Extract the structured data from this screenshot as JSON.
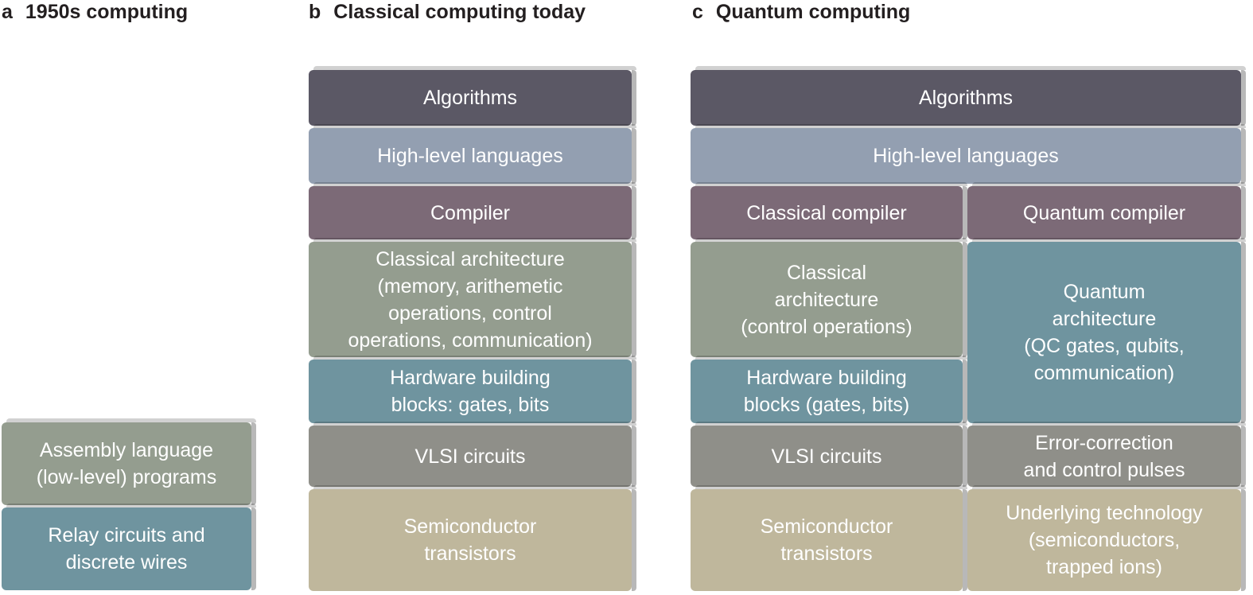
{
  "panels": {
    "a": {
      "letter": "a",
      "title": "1950s computing"
    },
    "b": {
      "letter": "b",
      "title": "Classical computing today"
    },
    "c": {
      "letter": "c",
      "title": "Quantum computing"
    }
  },
  "blocks": {
    "a": {
      "assembly": "Assembly language\n(low-level) programs",
      "relay": "Relay circuits and\ndiscrete wires"
    },
    "b": {
      "algorithms": "Algorithms",
      "hll": "High-level languages",
      "compiler": "Compiler",
      "architecture": "Classical architecture\n(memory, arithemetic\noperations, control\noperations, communication)",
      "hardware": "Hardware building\nblocks: gates, bits",
      "vlsi": "VLSI circuits",
      "semiconductor": "Semiconductor\ntransistors"
    },
    "c": {
      "algorithms": "Algorithms",
      "hll": "High-level languages",
      "classical_compiler": "Classical compiler",
      "quantum_compiler": "Quantum compiler",
      "classical_architecture": "Classical\narchitecture\n(control operations)",
      "quantum_architecture": "Quantum\narchitecture\n(QC gates, qubits,\ncommunication)",
      "hardware": "Hardware building\nblocks (gates, bits)",
      "vlsi": "VLSI circuits",
      "error_correction": "Error-correction\nand control pulses",
      "semiconductor": "Semiconductor\ntransistors",
      "underlying": "Underlying technology\n(semiconductors,\ntrapped ions)"
    }
  }
}
